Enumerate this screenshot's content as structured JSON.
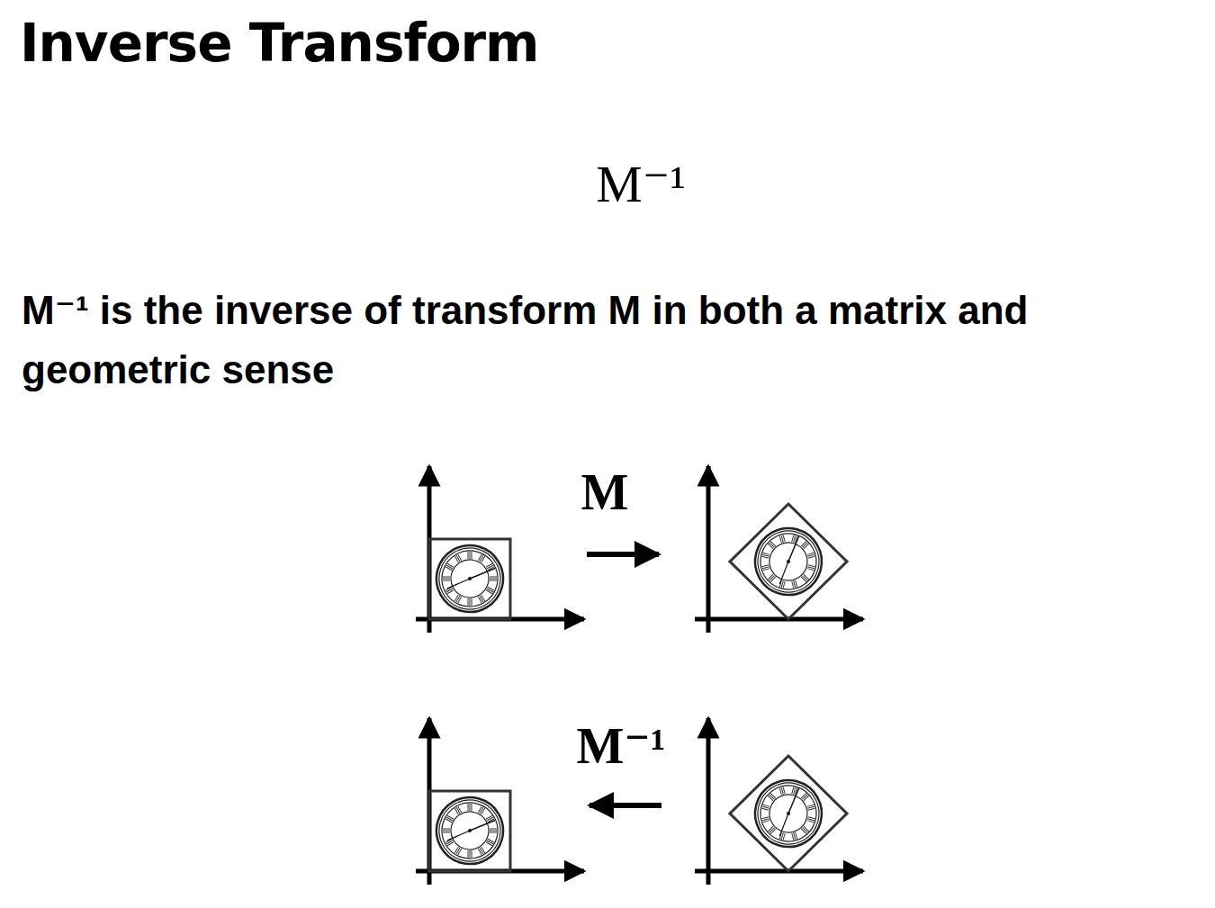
{
  "diagram": {
    "title": "Inverse Transform",
    "labels": [
      "M⁻¹",
      "M⁻¹ is the inverse of transform M in both a matrix and geometric sense",
      "M",
      "M⁻¹"
    ]
  }
}
